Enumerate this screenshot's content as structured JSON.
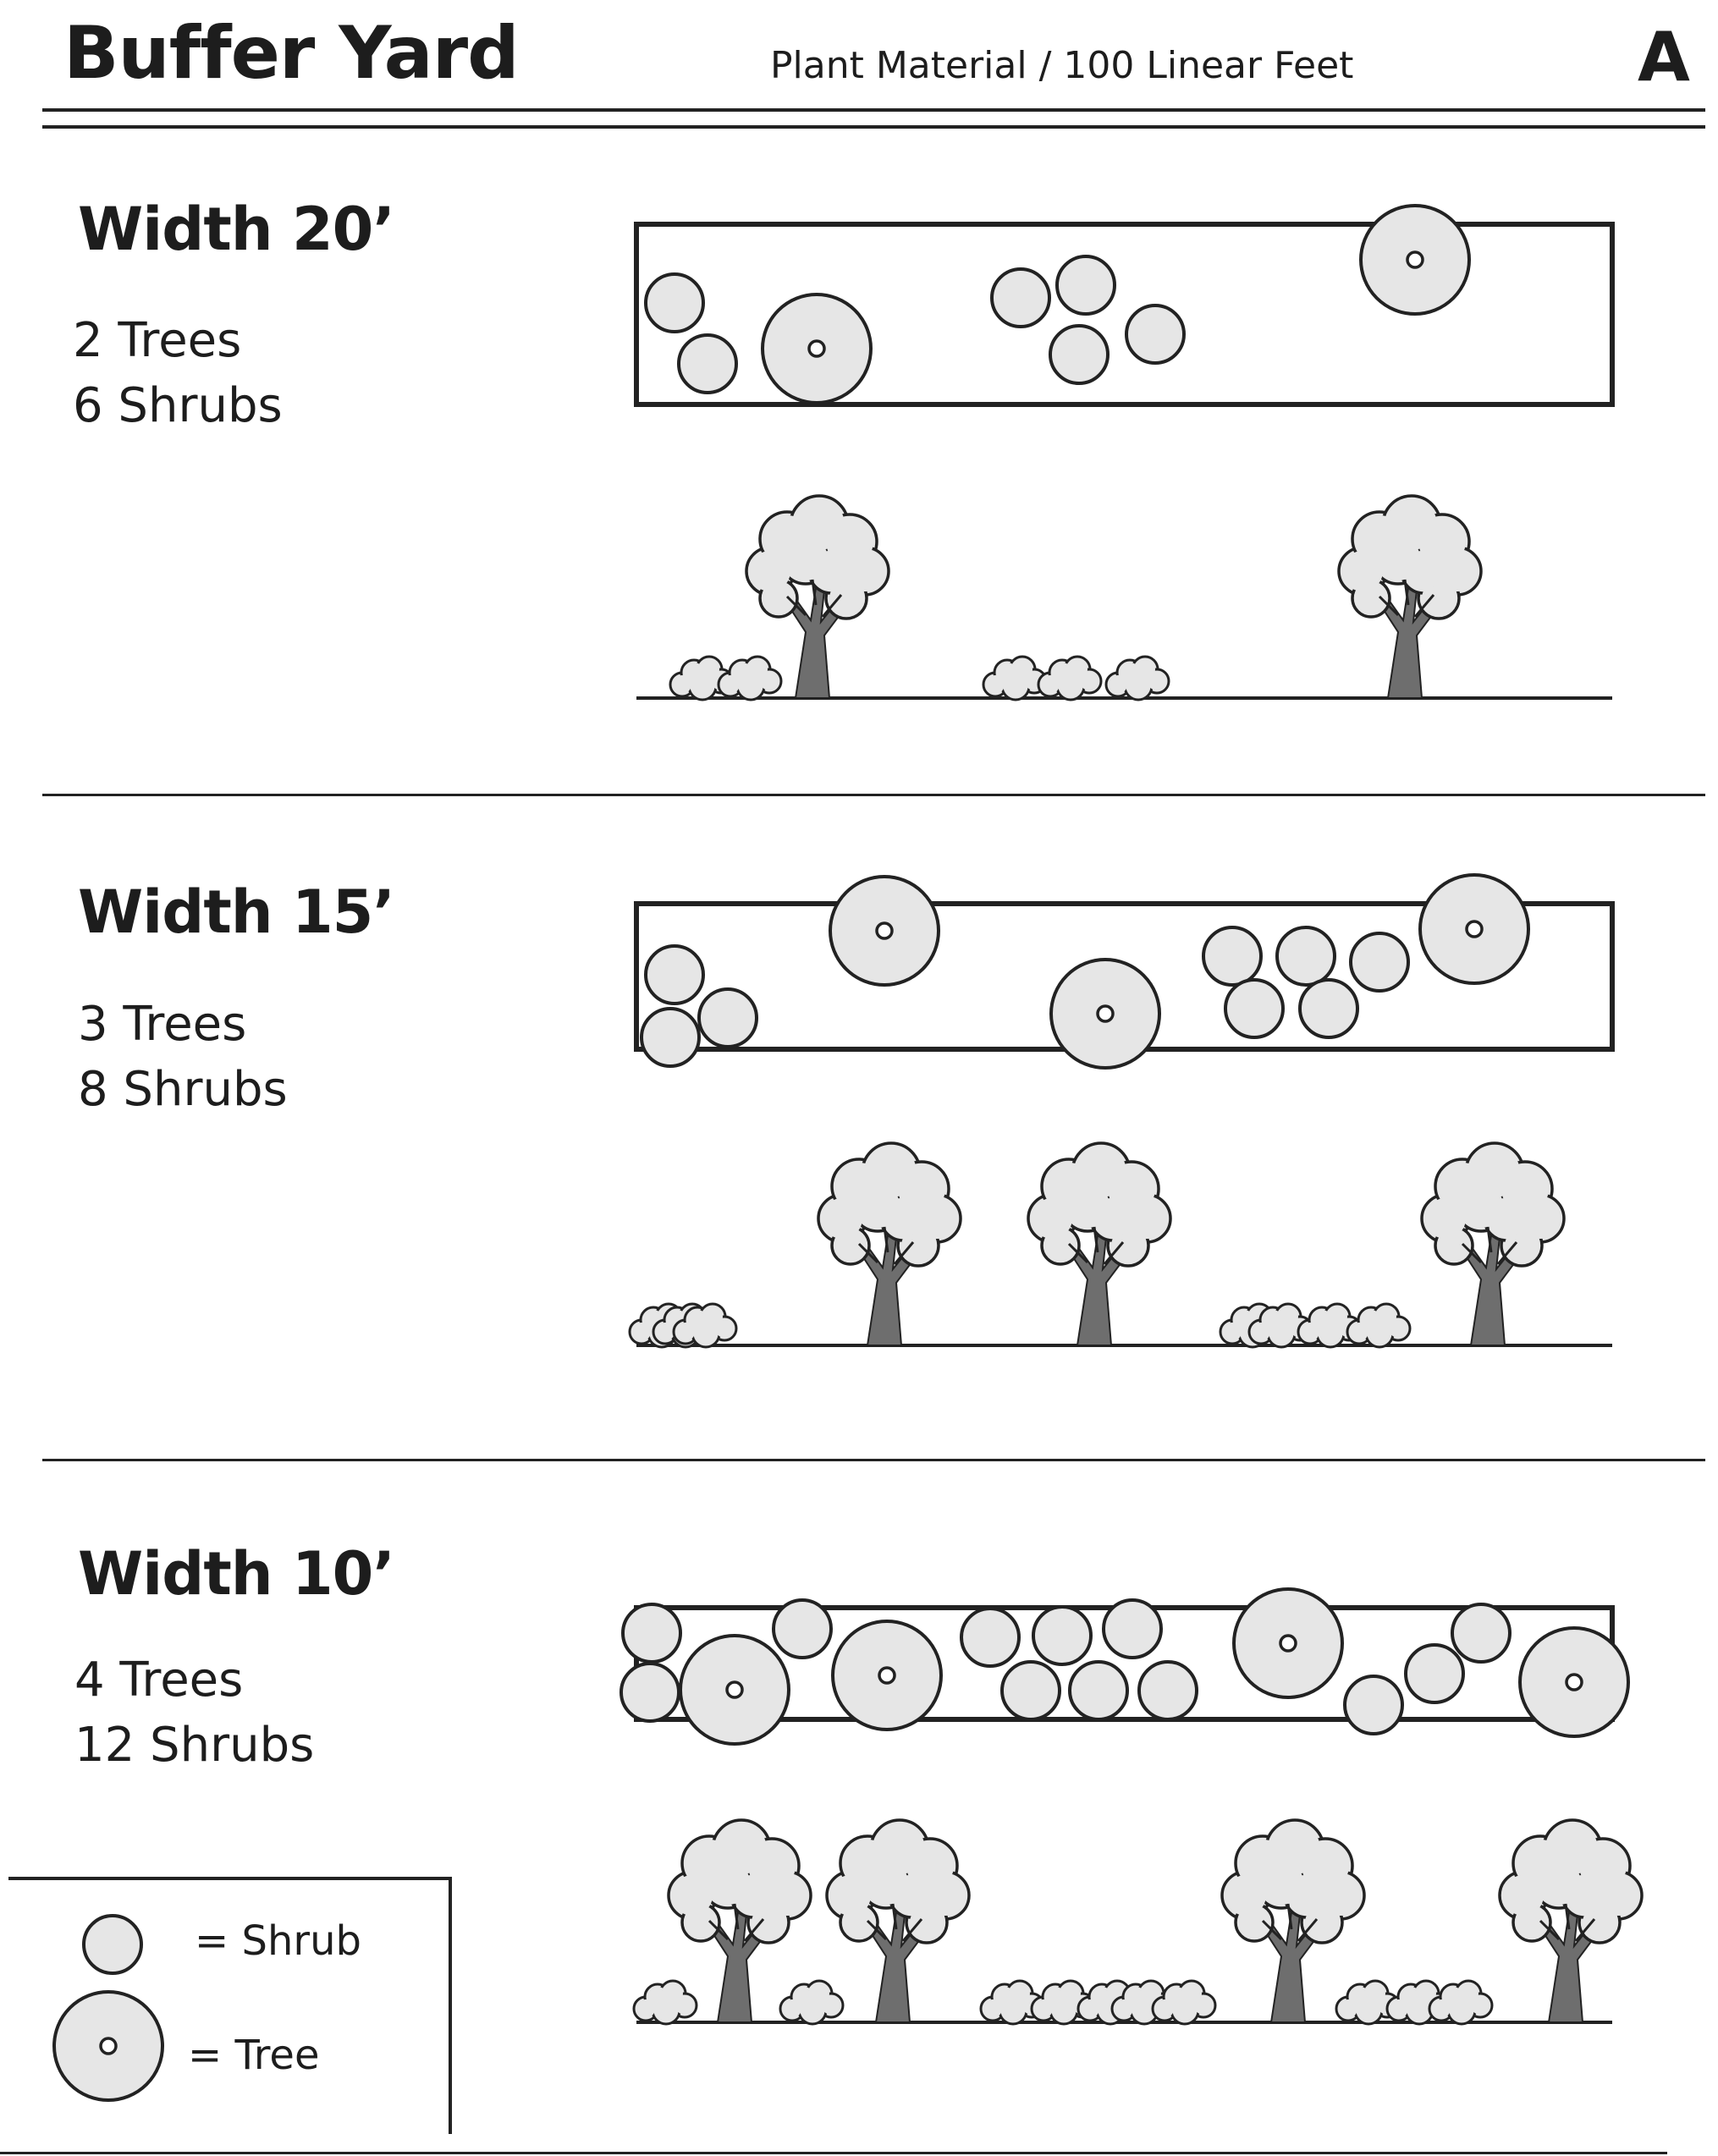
{
  "header": {
    "title": "Buffer Yard",
    "subtitle": "Plant Material / 100 Linear Feet",
    "letter": "A"
  },
  "sections": [
    {
      "heading": "Width 20’",
      "trees": "2 Trees",
      "shrubs": "6 Shrubs",
      "tree_count": 2,
      "shrub_count": 6
    },
    {
      "heading": "Width 15’",
      "trees": "3 Trees",
      "shrubs": "8 Shrubs",
      "tree_count": 3,
      "shrub_count": 8
    },
    {
      "heading": "Width 10’",
      "trees": "4 Trees",
      "shrubs": "12 Shrubs",
      "tree_count": 4,
      "shrub_count": 12
    }
  ],
  "legend": {
    "shrub_label": "= Shrub",
    "tree_label": "= Tree"
  },
  "colors": {
    "line": "#222222",
    "fill": "#e6e6e6",
    "trunk": "#6e6e6e"
  },
  "icons": [
    "shrub-symbol-icon",
    "tree-symbol-icon",
    "tree-elevation-icon",
    "shrub-elevation-icon"
  ]
}
